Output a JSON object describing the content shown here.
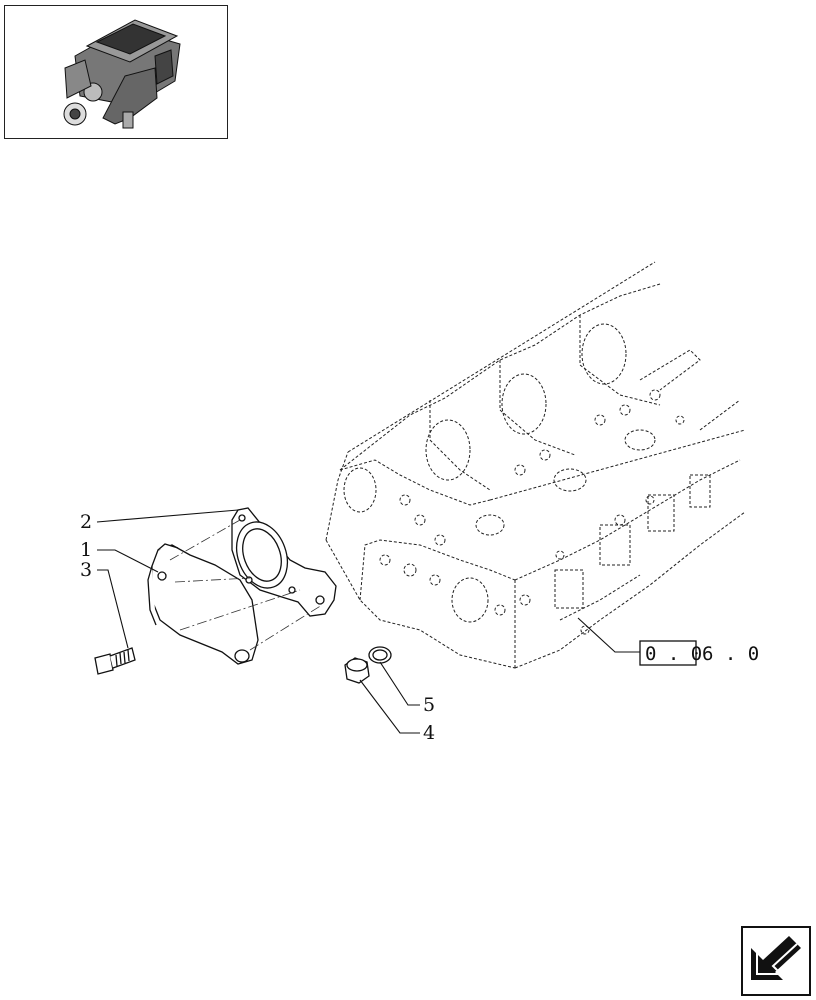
{
  "callouts": {
    "p1": "1",
    "p2": "2",
    "p3": "3",
    "p4": "4",
    "p5": "5"
  },
  "reference": {
    "boxed": "0 . 0",
    "suffix": "6 . 0"
  },
  "icons": {
    "thumbnail": "engine-thumbnail-icon",
    "navigation": "next-page-arrow-icon"
  }
}
